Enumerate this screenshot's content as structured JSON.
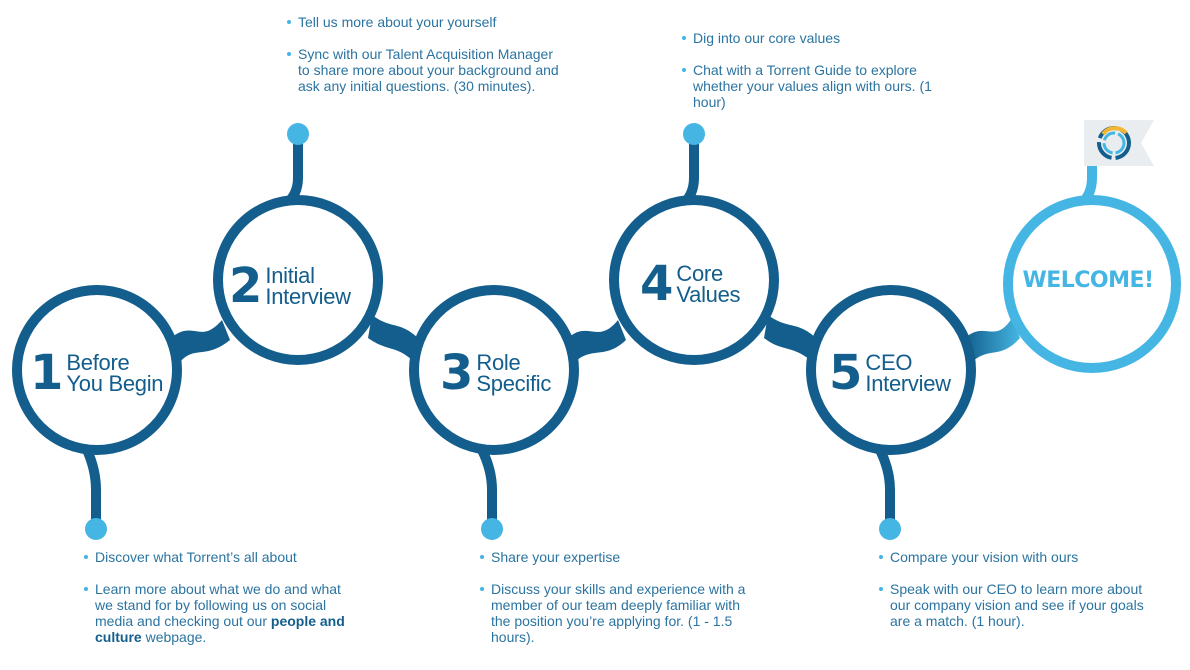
{
  "colors": {
    "dark_blue": "#135e8c",
    "light_blue": "#45b6e3",
    "text_blue": "#2b74a1",
    "accent_yellow": "#f2b632"
  },
  "stages": [
    {
      "number": "1",
      "line1": "Before",
      "line2": "You Begin"
    },
    {
      "number": "2",
      "line1": "Initial",
      "line2": "Interview"
    },
    {
      "number": "3",
      "line1": "Role",
      "line2": "Specific"
    },
    {
      "number": "4",
      "line1": "Core",
      "line2": "Values"
    },
    {
      "number": "5",
      "line1": "CEO",
      "line2": "Interview"
    }
  ],
  "welcome": "WELCOME!",
  "flag_icon": "cycle-logo-icon",
  "notes": {
    "stage1": {
      "item1": "Discover what Torrent’s all about",
      "item2_pre": "Learn more about what we do and what we stand for by following us on social media and checking out our ",
      "item2_bold": "people and culture",
      "item2_post": " webpage."
    },
    "stage2": {
      "item1": "Tell us more about your yourself",
      "item2": "Sync with our Talent Acquisition Manager to share more about your background and ask any initial questions. (30 minutes)."
    },
    "stage3": {
      "item1": "Share your expertise",
      "item2": "Discuss your skills and experience with a member of our team deeply familiar with the position you’re applying for. (1 - 1.5 hours)."
    },
    "stage4": {
      "item1": "Dig into our core values",
      "item2": "Chat with a Torrent Guide to explore whether your values align with ours. (1 hour)"
    },
    "stage5": {
      "item1": "Compare your vision with ours",
      "item2": "Speak with our CEO to learn more about our company vision and see if your goals are a match. (1 hour)."
    }
  }
}
